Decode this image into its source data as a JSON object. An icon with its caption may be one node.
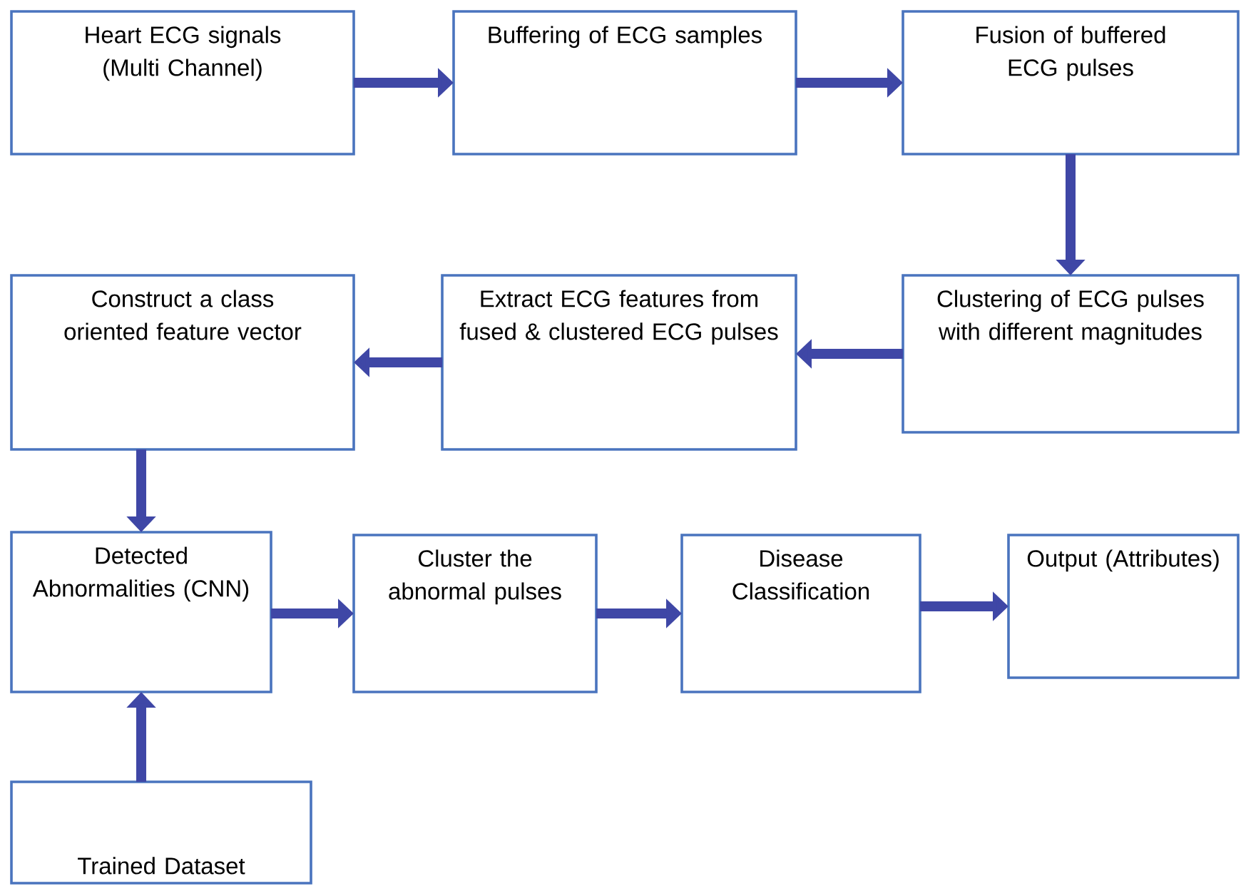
{
  "diagram": {
    "nodes": [
      {
        "text": [
          "Heart ECG signals (Multi Channel)"
        ]
      },
      {
        "text": [
          "Buffering of ECG samples"
        ]
      },
      {
        "text": [
          "Fusion of buffered ECG pulses"
        ]
      },
      {
        "text": [
          "Construct a class oriented feature vector"
        ]
      },
      {
        "text": [
          "Extract ECG features from fused & clustered ECG pulses"
        ]
      },
      {
        "text": [
          "Clustering of ECG pulses with different magnitudes"
        ]
      },
      {
        "text": [
          "Detected Abnormalities (CNN)"
        ]
      },
      {
        "text": [
          "Cluster the abnormal pulses"
        ]
      },
      {
        "text": [
          "Disease Classification"
        ]
      },
      {
        "text": [
          "Output (Attributes)"
        ]
      },
      {
        "text": [
          "Trained Dataset"
        ]
      }
    ],
    "edges": [
      {
        "from": 0,
        "to": 1,
        "arrow": "to"
      },
      {
        "from": 1,
        "to": 2,
        "arrow": "to"
      },
      {
        "from": 2,
        "to": 5,
        "arrow": "to"
      },
      {
        "from": 5,
        "to": 4,
        "arrow": "to"
      },
      {
        "from": 4,
        "to": 3,
        "arrow": "to"
      },
      {
        "from": 3,
        "to": 6,
        "arrow": "to"
      },
      {
        "from": 10,
        "to": 6,
        "arrow": "to"
      },
      {
        "from": 6,
        "to": 7,
        "arrow": "to"
      },
      {
        "from": 7,
        "to": 8,
        "arrow": "to"
      },
      {
        "from": 8,
        "to": 9,
        "arrow": "to"
      }
    ]
  }
}
